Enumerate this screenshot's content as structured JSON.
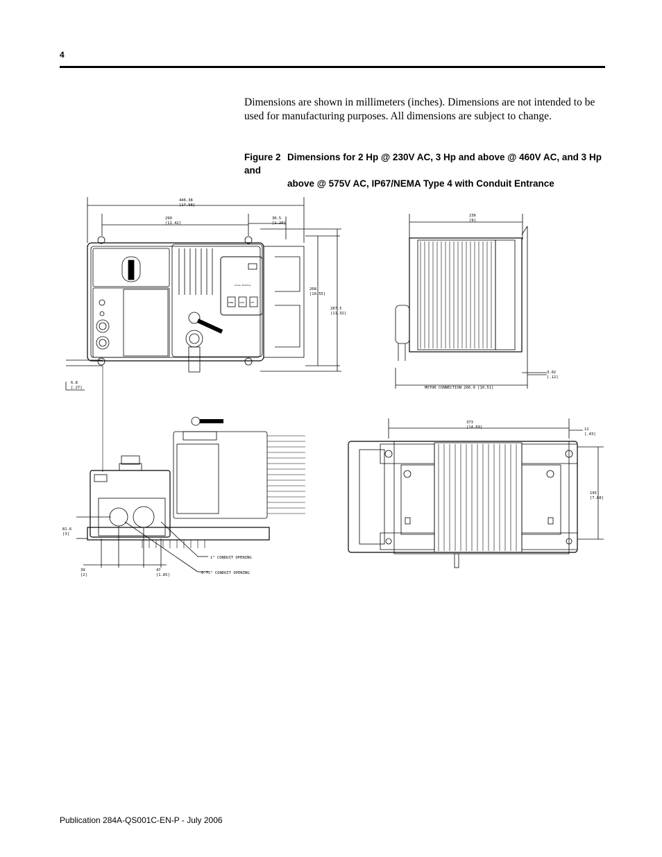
{
  "page_number": "4",
  "intro_text": "Dimensions are shown in millimeters (inches). Dimensions are not intended to be used for manufacturing purposes. All dimensions are subject to change.",
  "figure": {
    "label": "Figure 2",
    "title_line1": "Dimensions for 2 Hp @ 230V AC, 3 Hp and above @ 460V AC, and 3 Hp and",
    "title_line2": "above @ 575V AC, IP67/NEMA Type 4 with Conduit Entrance"
  },
  "dimensions": {
    "front_width": "446.38",
    "front_width_in": "[17.58]",
    "front_inner_width": "290",
    "front_inner_width_in": "[11.42]",
    "front_right_offset": "30.5",
    "front_right_offset_in": "[1.20]",
    "front_height_inner": "268",
    "front_height_inner_in": "[10.55]",
    "front_height": "287.5",
    "front_height_in": "[11.32]",
    "front_bottom_offset": "6.8",
    "front_bottom_offset_in": "[.27]",
    "side_top": "236",
    "side_top_in": "[9]",
    "side_offset": "3.02",
    "side_offset_in": "[.12]",
    "motor_connection": "MOTOR CONNECTION 266.9 [10.51]",
    "bottom_height": "81.6",
    "bottom_height_in": "[3]",
    "bottom_x1": "39",
    "bottom_x1_in": "[2]",
    "bottom_x2": "47",
    "bottom_x2_in": "[1.85]",
    "conduit_1": "1\" CONDUIT OPENING",
    "conduit_075": "0.75\" CONDUIT OPENING",
    "rear_width": "373",
    "rear_width_in": "[14.69]",
    "rear_offset": "11",
    "rear_offset_in": "[.43]",
    "rear_height": "195",
    "rear_height_in": "[7.68]"
  },
  "panel_labels": {
    "brand": "Allen-Bradley",
    "btn_hand": "HAND",
    "btn_auto": "AUTO",
    "btn_off": "OFF"
  },
  "footer": "Publication 284A-QS001C-EN-P - July 2006"
}
